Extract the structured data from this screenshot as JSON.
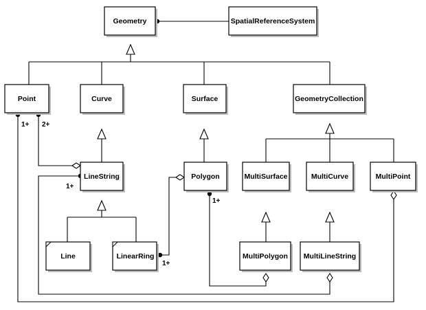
{
  "classes": {
    "geometry": "Geometry",
    "spatial_reference_system": "SpatialReferenceSystem",
    "point": "Point",
    "curve": "Curve",
    "surface": "Surface",
    "geometry_collection": "GeometryCollection",
    "line_string": "LineString",
    "polygon": "Polygon",
    "multi_surface": "MultiSurface",
    "multi_curve": "MultiCurve",
    "multi_point": "MultiPoint",
    "line": "Line",
    "linear_ring": "LinearRing",
    "multi_polygon": "MultiPolygon",
    "multi_line_string": "MultiLineString"
  },
  "multiplicities": {
    "point_to_linestring": "1+",
    "point_second": "2+",
    "linestring_left": "1+",
    "polygon_ring": "1+",
    "linearring_to_polygon": "1+"
  }
}
